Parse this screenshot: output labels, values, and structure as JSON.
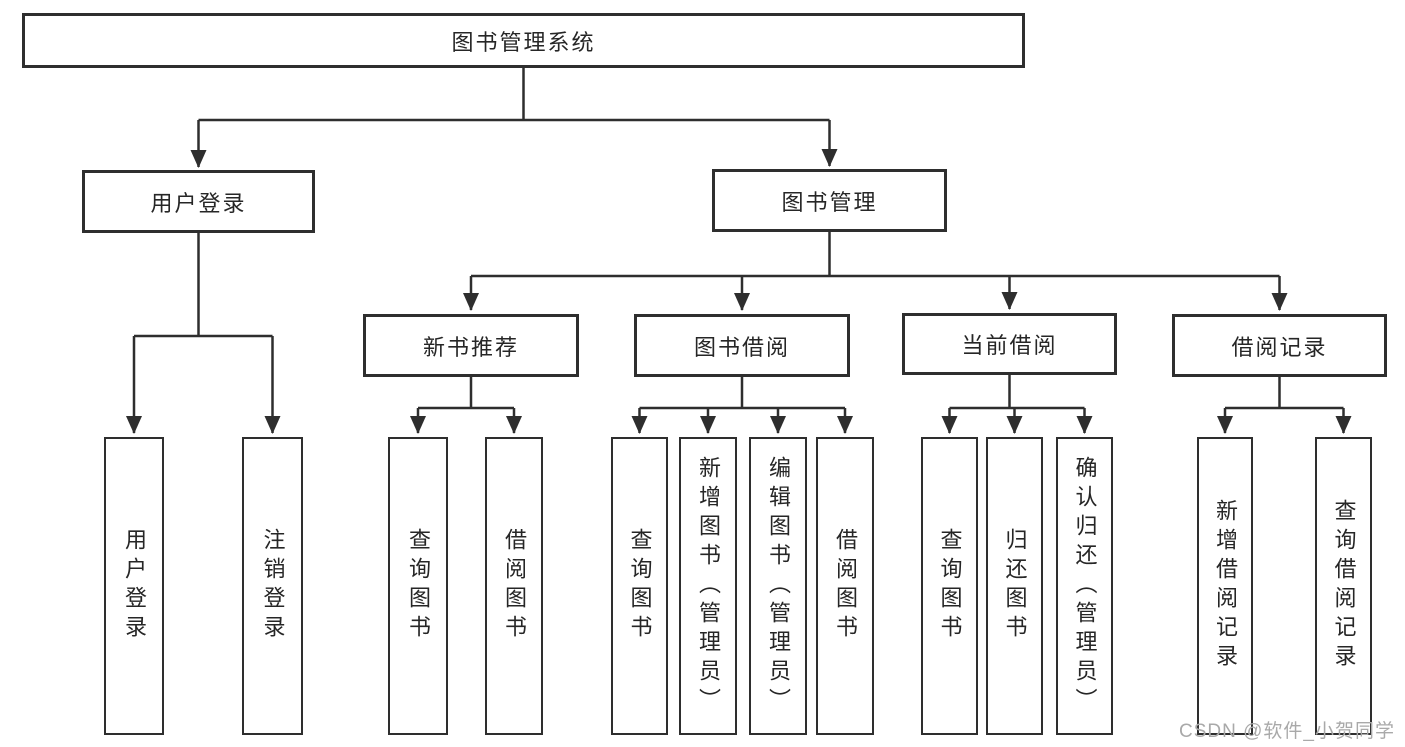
{
  "diagram": {
    "root": "图书管理系统",
    "user_login": {
      "label": "用户登录",
      "leaves": [
        "用户登录",
        "注销登录"
      ]
    },
    "book_management": {
      "label": "图书管理",
      "groups": [
        {
          "label": "新书推荐",
          "leaves": [
            "查询图书",
            "借阅图书"
          ]
        },
        {
          "label": "图书借阅",
          "leaves": [
            "查询图书",
            "新增图书（管理员）",
            "编辑图书（管理员）",
            "借阅图书"
          ]
        },
        {
          "label": "当前借阅",
          "leaves": [
            "查询图书",
            "归还图书",
            "确认归还（管理员）"
          ]
        },
        {
          "label": "借阅记录",
          "leaves": [
            "新增借阅记录",
            "查询借阅记录"
          ]
        }
      ]
    }
  },
  "watermark": "CSDN @软件_小贺同学",
  "colors": {
    "line": "#2e2e2e",
    "text": "#262626",
    "background": "#ffffff",
    "watermark": "#a9a9a9"
  }
}
